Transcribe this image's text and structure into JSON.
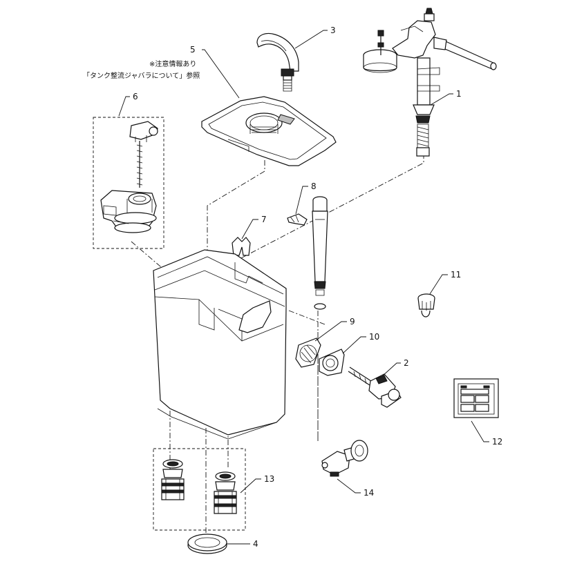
{
  "note": {
    "line1": "※注意情報あり",
    "line2": "「タンク整流ジャバラについて」参照"
  },
  "callouts": [
    "1",
    "2",
    "3",
    "4",
    "5",
    "6",
    "7",
    "8",
    "9",
    "10",
    "11",
    "12",
    "13",
    "14"
  ]
}
